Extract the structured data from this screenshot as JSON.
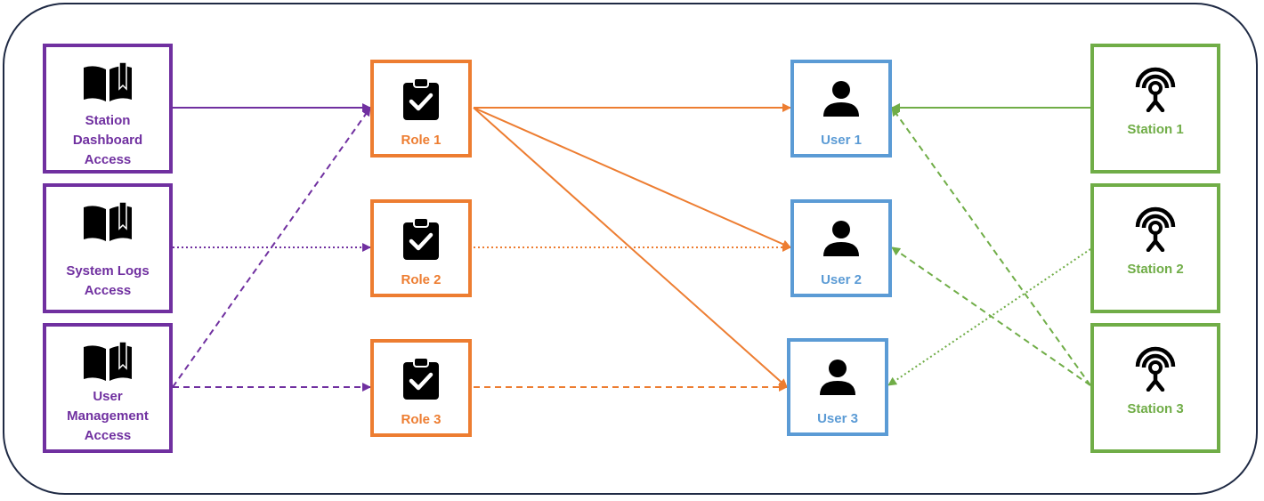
{
  "colors": {
    "permission": "#7030a0",
    "role": "#ed7d31",
    "user": "#5b9bd5",
    "station": "#70ad47",
    "frame": "#1f2a44"
  },
  "permissions": [
    {
      "id": "p1",
      "label": "Station Dashboard Access",
      "icon": "book-icon"
    },
    {
      "id": "p2",
      "label": "System Logs Access",
      "icon": "book-icon"
    },
    {
      "id": "p3",
      "label": "User Management Access",
      "icon": "book-icon"
    }
  ],
  "roles": [
    {
      "id": "r1",
      "label": "Role 1",
      "icon": "clipboard-check-icon"
    },
    {
      "id": "r2",
      "label": "Role 2",
      "icon": "clipboard-check-icon"
    },
    {
      "id": "r3",
      "label": "Role 3",
      "icon": "clipboard-check-icon"
    }
  ],
  "users": [
    {
      "id": "u1",
      "label": "User 1",
      "icon": "person-icon"
    },
    {
      "id": "u2",
      "label": "User 2",
      "icon": "person-icon"
    },
    {
      "id": "u3",
      "label": "User 3",
      "icon": "person-icon"
    }
  ],
  "stations": [
    {
      "id": "s1",
      "label": "Station 1",
      "icon": "antenna-icon"
    },
    {
      "id": "s2",
      "label": "Station 2",
      "icon": "antenna-icon"
    },
    {
      "id": "s3",
      "label": "Station 3",
      "icon": "antenna-icon"
    }
  ],
  "edges": [
    {
      "from": "p1",
      "to": "r1",
      "style": "solid"
    },
    {
      "from": "p2",
      "to": "r2",
      "style": "dotted"
    },
    {
      "from": "p3",
      "to": "r1",
      "style": "dashed"
    },
    {
      "from": "p3",
      "to": "r3",
      "style": "dashed"
    },
    {
      "from": "r1",
      "to": "u1",
      "style": "solid"
    },
    {
      "from": "r1",
      "to": "u2",
      "style": "solid"
    },
    {
      "from": "r1",
      "to": "u3",
      "style": "solid"
    },
    {
      "from": "r2",
      "to": "u2",
      "style": "dotted"
    },
    {
      "from": "r3",
      "to": "u3",
      "style": "dashed"
    },
    {
      "from": "s1",
      "to": "u1",
      "style": "solid"
    },
    {
      "from": "s2",
      "to": "u3",
      "style": "dotted"
    },
    {
      "from": "s3",
      "to": "u1",
      "style": "dashed"
    },
    {
      "from": "s3",
      "to": "u2",
      "style": "dashed"
    }
  ]
}
